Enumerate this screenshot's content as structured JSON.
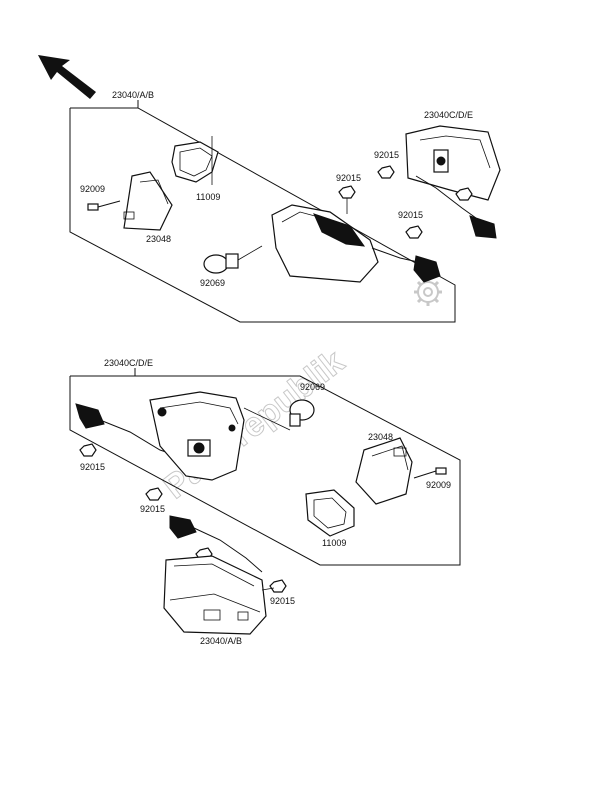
{
  "watermark": "Partsrepublik",
  "labels": {
    "l_23040ab_top": "23040/A/B",
    "l_23040cde_top": "23040C/D/E",
    "l_92015_a": "92015",
    "l_92015_b": "92015",
    "l_92015_c": "92015",
    "l_92009_top": "92009",
    "l_11009_top": "11009",
    "l_23048_top": "23048",
    "l_92069_top": "92069",
    "l_23040cde_mid": "23040C/D/E",
    "l_92069_mid": "92069",
    "l_23048_mid": "23048",
    "l_92015_d": "92015",
    "l_92009_mid": "92009",
    "l_92015_e": "92015",
    "l_11009_mid": "11009",
    "l_92015_f": "92015",
    "l_23040ab_bot": "23040/A/B"
  },
  "icons": {
    "front_arrow": "arrow-up-left-icon",
    "gear": "gear-icon"
  }
}
